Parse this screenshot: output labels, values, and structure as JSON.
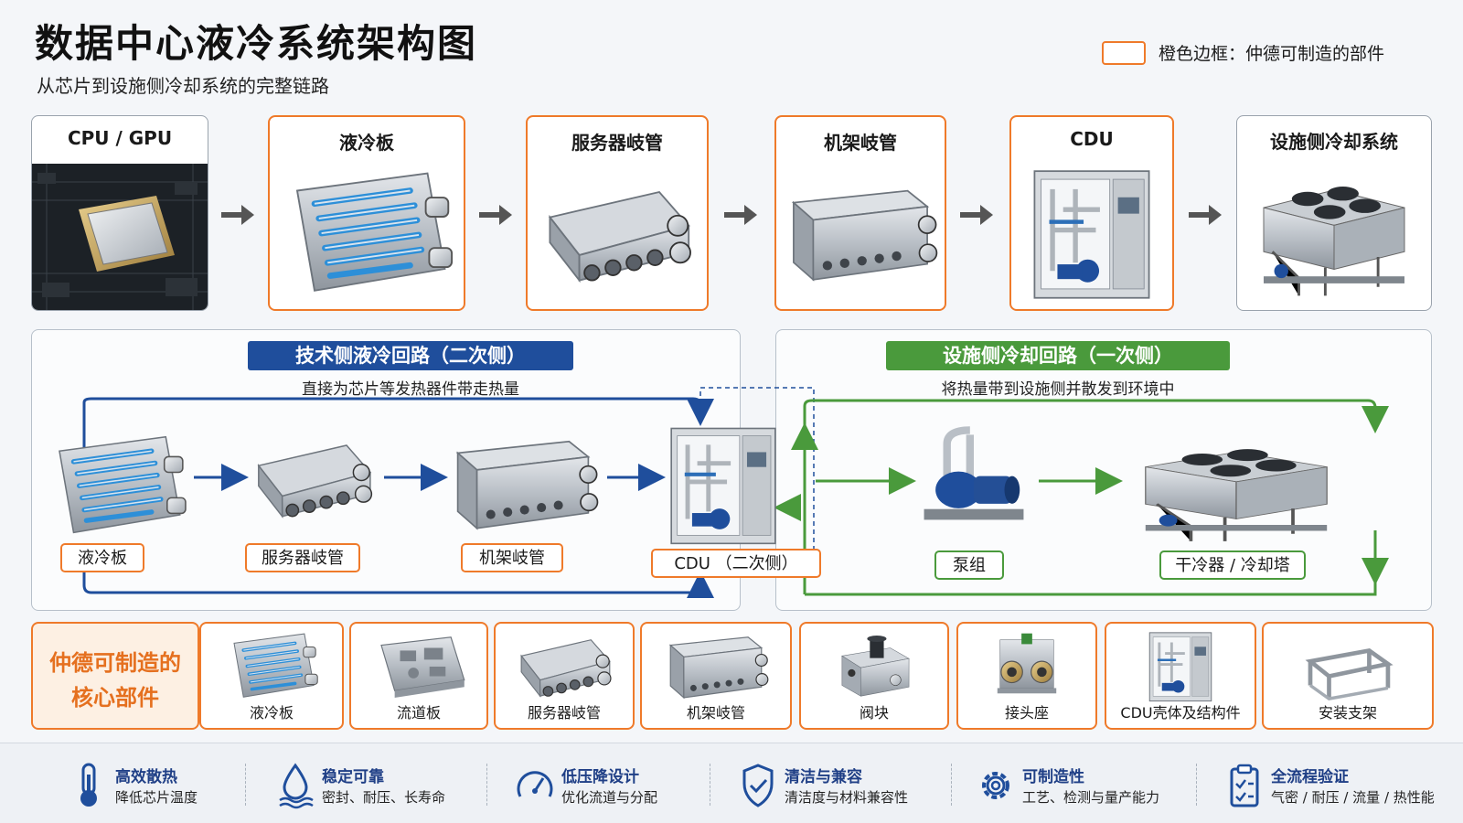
{
  "header": {
    "title": "数据中心液冷系统架构图",
    "subtitle": "从芯片到设施侧冷却系统的完整链路",
    "legend": "橙色边框：仲德可制造的部件"
  },
  "chain": [
    {
      "label": "CPU / GPU"
    },
    {
      "label": "液冷板"
    },
    {
      "label": "服务器岐管"
    },
    {
      "label": "机架岐管"
    },
    {
      "label": "CDU"
    },
    {
      "label": "设施侧冷却系统"
    }
  ],
  "secondary_loop": {
    "title": "技术侧液冷回路（二次侧）",
    "desc": "直接为芯片等发热器件带走热量",
    "nodes": [
      "液冷板",
      "服务器岐管",
      "机架岐管",
      "CDU （二次侧）"
    ],
    "color": "#1f4e9c"
  },
  "primary_loop": {
    "title": "设施侧冷却回路（一次侧）",
    "desc": "将热量带到设施侧并散发到环境中",
    "nodes": [
      "泵组",
      "干冷器 / 冷却塔"
    ],
    "color": "#4a9a3c"
  },
  "parts": {
    "heading_line1": "仲德可制造的",
    "heading_line2": "核心部件",
    "items": [
      "液冷板",
      "流道板",
      "服务器岐管",
      "机架岐管",
      "阀块",
      "接头座",
      "CDU壳体及结构件",
      "安装支架"
    ]
  },
  "features": [
    {
      "title": "高效散热",
      "desc": "降低芯片温度",
      "icon": "thermometer-icon"
    },
    {
      "title": "稳定可靠",
      "desc": "密封、耐压、长寿命",
      "icon": "water-drop-icon"
    },
    {
      "title": "低压降设计",
      "desc": "优化流道与分配",
      "icon": "gauge-icon"
    },
    {
      "title": "清洁与兼容",
      "desc": "清洁度与材料兼容性",
      "icon": "shield-check-icon"
    },
    {
      "title": "可制造性",
      "desc": "工艺、检测与量产能力",
      "icon": "gear-icon"
    },
    {
      "title": "全流程验证",
      "desc": "气密 / 耐压 / 流量 / 热性能",
      "icon": "clipboard-check-icon"
    }
  ],
  "colors": {
    "orange": "#ef7a2a",
    "blue": "#1f4e9c",
    "green": "#4a9a3c"
  }
}
